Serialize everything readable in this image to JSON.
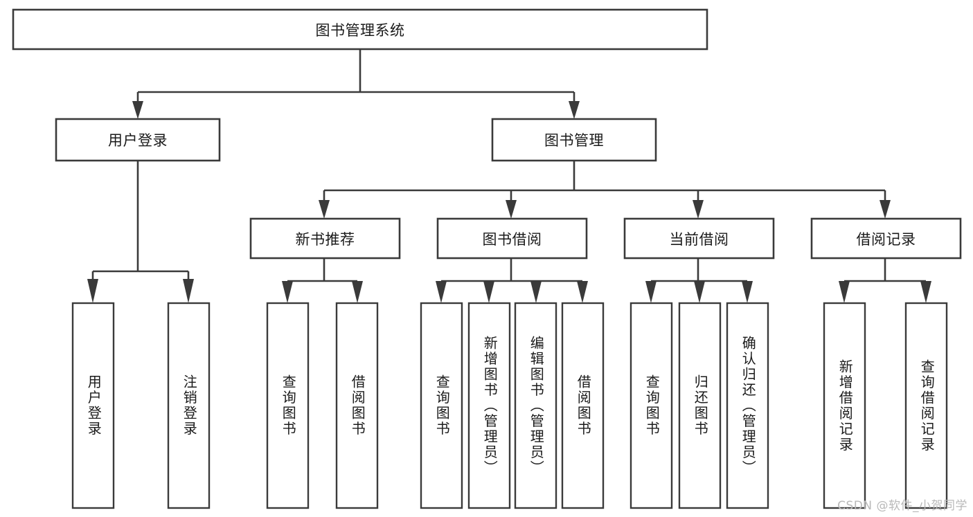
{
  "diagram": {
    "title": "图书管理系统",
    "type": "tree",
    "style": {
      "background": "#ffffff",
      "box_fill": "#ffffff",
      "box_stroke": "#3a3a3a",
      "text_color": "#1a1a1a",
      "watermark_color": "#b9b9b9"
    },
    "root": {
      "id": "root",
      "label": "图书管理系统",
      "orientation": "horizontal"
    },
    "level2": [
      {
        "id": "user-login",
        "label": "用户登录",
        "orientation": "horizontal"
      },
      {
        "id": "book-manage",
        "label": "图书管理",
        "orientation": "horizontal"
      }
    ],
    "level3": [
      {
        "id": "new-book-recommend",
        "label": "新书推荐",
        "orientation": "horizontal",
        "parent": "book-manage"
      },
      {
        "id": "book-borrow",
        "label": "图书借阅",
        "orientation": "horizontal",
        "parent": "book-manage"
      },
      {
        "id": "current-borrow",
        "label": "当前借阅",
        "orientation": "horizontal",
        "parent": "book-manage"
      },
      {
        "id": "borrow-record",
        "label": "借阅记录",
        "orientation": "horizontal",
        "parent": "book-manage"
      }
    ],
    "leaves": [
      {
        "id": "leaf-user-login",
        "label": "用户登录",
        "orientation": "vertical",
        "parent": "user-login"
      },
      {
        "id": "leaf-user-logout",
        "label": "注销登录",
        "orientation": "vertical",
        "parent": "user-login"
      },
      {
        "id": "leaf-query-book-1",
        "label": "查询图书",
        "orientation": "vertical",
        "parent": "new-book-recommend"
      },
      {
        "id": "leaf-borrow-book-1",
        "label": "借阅图书",
        "orientation": "vertical",
        "parent": "new-book-recommend"
      },
      {
        "id": "leaf-query-book-2",
        "label": "查询图书",
        "orientation": "vertical",
        "parent": "book-borrow"
      },
      {
        "id": "leaf-add-book",
        "label": "新增图书（管理员）",
        "orientation": "vertical",
        "parent": "book-borrow"
      },
      {
        "id": "leaf-edit-book",
        "label": "编辑图书（管理员）",
        "orientation": "vertical",
        "parent": "book-borrow"
      },
      {
        "id": "leaf-borrow-book-2",
        "label": "借阅图书",
        "orientation": "vertical",
        "parent": "book-borrow"
      },
      {
        "id": "leaf-query-book-3",
        "label": "查询图书",
        "orientation": "vertical",
        "parent": "current-borrow"
      },
      {
        "id": "leaf-return-book",
        "label": "归还图书",
        "orientation": "vertical",
        "parent": "current-borrow"
      },
      {
        "id": "leaf-confirm-return",
        "label": "确认归还（管理员）",
        "orientation": "vertical",
        "parent": "current-borrow"
      },
      {
        "id": "leaf-add-record",
        "label": "新增借阅记录",
        "orientation": "vertical",
        "parent": "borrow-record"
      },
      {
        "id": "leaf-query-record",
        "label": "查询借阅记录",
        "orientation": "vertical",
        "parent": "borrow-record"
      }
    ],
    "watermark": "CSDN @软件_小贺同学"
  }
}
